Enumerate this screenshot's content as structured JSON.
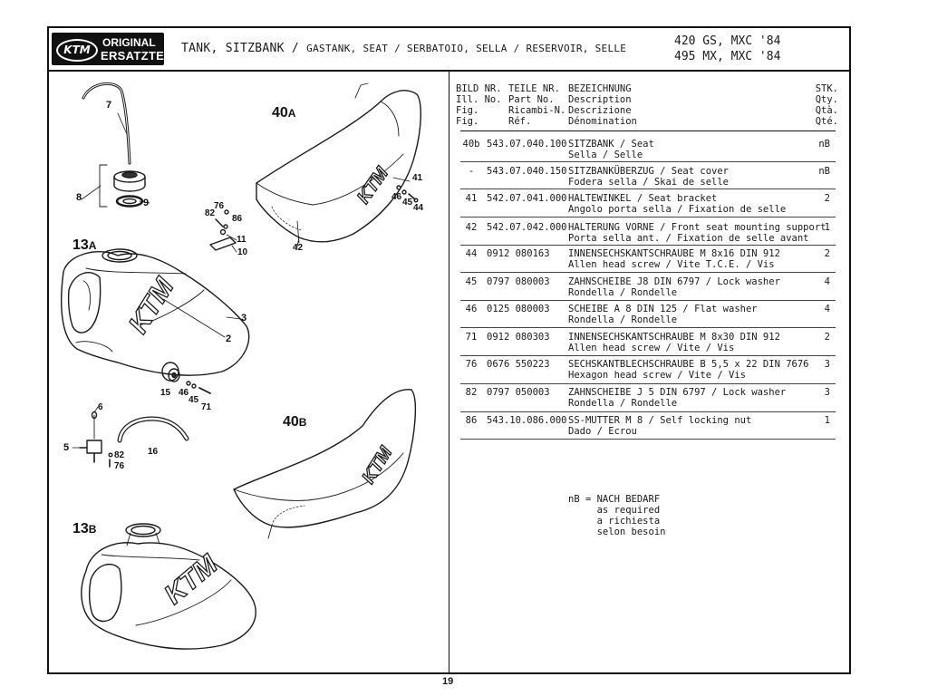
{
  "header": {
    "logo_line1": "ORIGINAL",
    "logo_line2": "ERSATZTEILE",
    "logo_mark": "KTM",
    "title_main": "TANK, SITZBANK /",
    "title_rest": "GASTANK, SEAT / SERBATOIO, SELLA / RESERVOIR, SELLE",
    "model_line1": "420 GS, MXC '84",
    "model_line2": "495 MX, MXC '84"
  },
  "table": {
    "headers": {
      "fig": [
        "BILD NR.",
        "Ill. No.",
        "Fig.",
        "Fig."
      ],
      "part": [
        "TEILE NR.",
        "Part No.",
        "Ricambi-N.",
        "Réf."
      ],
      "desc": [
        "BEZEICHNUNG",
        "Description",
        "Descrizione",
        "Dénomination"
      ],
      "qty": [
        "STK.",
        "Qty.",
        "Qtà.",
        "Qté."
      ]
    },
    "rows": [
      {
        "fig": "40b",
        "part": "543.07.040.100",
        "desc1": "SITZBANK / Seat",
        "desc2": "Sella / Selle",
        "qty": "nB"
      },
      {
        "fig": "-",
        "part": "543.07.040.150",
        "desc1": "SITZBANKÜBERZUG / Seat cover",
        "desc2": "Fodera sella / Skai de selle",
        "qty": "nB"
      },
      {
        "fig": "41",
        "part": "542.07.041.000",
        "desc1": "HALTEWINKEL / Seat bracket",
        "desc2": "Angolo porta sella / Fixation de selle",
        "qty": "2"
      },
      {
        "fig": "42",
        "part": "542.07.042.000",
        "desc1": "HALTERUNG VORNE / Front seat mounting support",
        "desc2": "Porta sella ant. / Fixation de selle avant",
        "qty": "1"
      },
      {
        "fig": "44",
        "part": "0912 080163",
        "desc1": "INNENSECHSKANTSCHRAUBE M 8x16 DIN 912",
        "desc2": "Allen head screw / Vite T.C.E. / Vis",
        "qty": "2"
      },
      {
        "fig": "45",
        "part": "0797 080003",
        "desc1": "ZAHNSCHEIBE J8 DIN 6797 / Lock washer",
        "desc2": "Rondella / Rondelle",
        "qty": "4"
      },
      {
        "fig": "46",
        "part": "0125 080003",
        "desc1": "SCHEIBE A 8 DIN 125 / Flat washer",
        "desc2": "Rondella / Rondelle",
        "qty": "4"
      },
      {
        "fig": "71",
        "part": "0912 080303",
        "desc1": "INNENSECHSKANTSCHRAUBE M 8x30 DIN 912",
        "desc2": "Allen head screw / Vite / Vis",
        "qty": "2"
      },
      {
        "fig": "76",
        "part": "0676 550223",
        "desc1": "SECHSKANTBLECHSCHRAUBE B 5,5 x 22 DIN 7676",
        "desc2": "Hexagon head screw / Vite / Vis",
        "qty": "3"
      },
      {
        "fig": "82",
        "part": "0797 050003",
        "desc1": "ZAHNSCHEIBE J 5 DIN 6797 / Lock washer",
        "desc2": "Rondella / Rondelle",
        "qty": "3"
      },
      {
        "fig": "86",
        "part": "543.10.086.000",
        "desc1": "SS-MUTTER M 8  / Self locking nut",
        "desc2": "Dado / Ecrou",
        "qty": "1"
      }
    ]
  },
  "note": {
    "line1": "nB = NACH BEDARF",
    "line2": "     as required",
    "line3": "     a richiesta",
    "line4": "     selon besoin"
  },
  "callouts": {
    "c7": "7",
    "c8": "8",
    "c9": "9",
    "c13a_num": "13",
    "c13a_suf": "A",
    "c40a_num": "40",
    "c40a_suf": "A",
    "c41": "41",
    "c46a": "46",
    "c45a": "45",
    "c44": "44",
    "c42": "42",
    "c76a": "76",
    "c82a": "82",
    "c86": "86",
    "c11": "11",
    "c10": "10",
    "c3": "3",
    "c2": "2",
    "c15": "15",
    "c46b": "46",
    "c45b": "45",
    "c71": "71",
    "c6": "6",
    "c5": "5",
    "c82b": "82",
    "c76b": "76",
    "c16": "16",
    "c40b_num": "40",
    "c40b_suf": "B",
    "c13b_num": "13",
    "c13b_suf": "B"
  },
  "tank_logo": "KTM",
  "seat_logo": "KTM",
  "page_number": "19"
}
